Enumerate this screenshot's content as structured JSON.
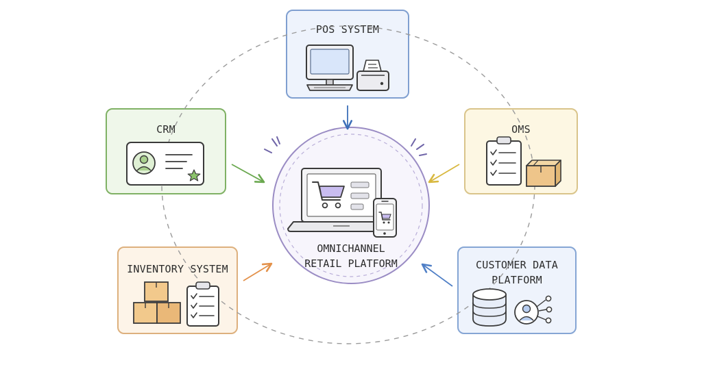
{
  "center": {
    "label_line1": "OMNICHANNEL",
    "label_line2": "RETAIL PLATFORM"
  },
  "nodes": {
    "pos": {
      "title": "POS SYSTEM"
    },
    "crm": {
      "title": "CRM"
    },
    "oms": {
      "title": "OMS"
    },
    "inventory": {
      "title": "INVENTORY SYSTEM"
    },
    "cdp": {
      "title_line1": "CUSTOMER DATA",
      "title_line2": "PLATFORM"
    }
  },
  "colors": {
    "pos": "#7f9fd0",
    "crm": "#7fb164",
    "oms": "#d9c48a",
    "inventory": "#ddb07d",
    "cdp": "#85a5d4",
    "hub": "#9a8cc4",
    "arrow_pos": "#3d6fb8",
    "arrow_crm": "#6aa84f",
    "arrow_oms": "#d8b83f",
    "arrow_inventory": "#e3914a",
    "arrow_cdp": "#4f7fc6",
    "orbit": "#9a9a9a"
  }
}
